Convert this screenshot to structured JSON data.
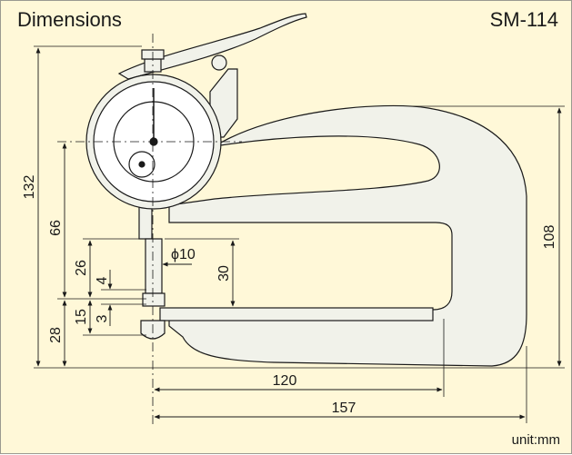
{
  "title": "Dimensions",
  "model": "SM-114",
  "unit": "unit:mm",
  "colors": {
    "background": "#fff8d8",
    "body_fill": "#f1f2ea",
    "line": "#1a1a1a"
  },
  "dimensions": {
    "d132": "132",
    "d66": "66",
    "d26": "26",
    "d4": "4",
    "d15": "15",
    "d3": "3",
    "d28": "28",
    "phi10": "ϕ10",
    "d30": "30",
    "d108": "108",
    "d120": "120",
    "d157": "157"
  }
}
